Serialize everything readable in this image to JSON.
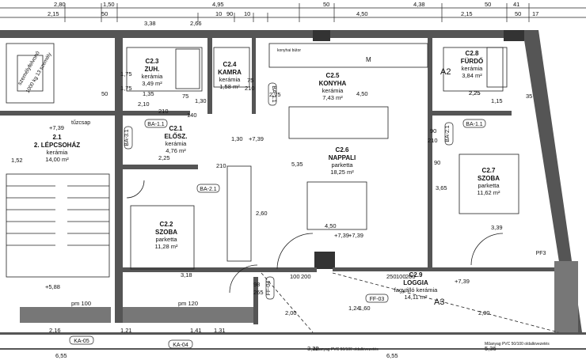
{
  "top_dimensions": [
    "2,80",
    "1,50",
    "4,95",
    "50",
    "4,38",
    "50",
    "41",
    "2,15",
    "50",
    "10",
    "90",
    "10",
    "4,50",
    "2,15",
    "50",
    "17"
  ],
  "rooms": [
    {
      "code": "2.1",
      "name": "2. LÉPCSOHÁZ",
      "floor": "kerámia",
      "area": "14,00 m²"
    },
    {
      "code": "C2.1",
      "name": "ELŐSZ.",
      "floor": "kerámia",
      "area": "4,76 m²"
    },
    {
      "code": "C2.2",
      "name": "SZOBA",
      "floor": "parketta",
      "area": "11,28 m²"
    },
    {
      "code": "C2.3",
      "name": "ZUH.",
      "floor": "kerámia",
      "area": "3,49 m²"
    },
    {
      "code": "C2.4",
      "name": "KAMRA",
      "floor": "kerámia",
      "area": "1,58 m²"
    },
    {
      "code": "C2.5",
      "name": "KONYHA",
      "floor": "kerámia",
      "area": "7,43 m²"
    },
    {
      "code": "C2.6",
      "name": "NAPPALI",
      "floor": "parketta",
      "area": "18,25 m²"
    },
    {
      "code": "C2.7",
      "name": "SZOBA",
      "floor": "parketta",
      "area": "11,62 m²"
    },
    {
      "code": "C2.8",
      "name": "FÜRDŐ",
      "floor": "kerámia",
      "area": "3,84 m²"
    },
    {
      "code": "C2.9",
      "name": "LOGGIA",
      "floor": "fagyálló kerámia",
      "area": "14,11 m²"
    }
  ],
  "tags": {
    "ba11_a": "BA-1.1",
    "ba11_b": "BA-1.1",
    "ba11_c": "BA-1.1",
    "ba31": "BA-3.1",
    "ba21_a": "BA-2.1",
    "ba21_b": "BA-2.1",
    "ff04": "FF-04",
    "ff03": "FF-03",
    "ka05": "KA-05",
    "ka04": "KA-04",
    "a2": "A2",
    "a3": "A3",
    "pf3": "PF3"
  },
  "levels": {
    "l1": "+7,39",
    "l2": "+7,39",
    "l3": "+7,39",
    "l4": "+7,39",
    "l5": "+5,88"
  },
  "dims": {
    "d1": "1,75",
    "d2": "1,35",
    "d3": "50",
    "d4": "75",
    "d5": "210",
    "d6": "1,30",
    "d7": "90",
    "d8": "4,50",
    "d9": "2,25",
    "d10": "210",
    "d11": "5,35",
    "d12": "2,25",
    "d13": "1,30",
    "d14": "2,60",
    "d15": "3,65",
    "d16": "3,39",
    "d17": "3,18",
    "d18": "4,50",
    "d19": "2,25",
    "d20": "1,15",
    "d21": "2,00",
    "d22": "2,00",
    "d23": "3,22",
    "d24": "6,55",
    "d25": "5,36",
    "d26": "1,52",
    "d27": "98",
    "d28": "265",
    "d29": "100",
    "d30": "200",
    "d31": "pm 100",
    "d32": "pm 120",
    "d33": "1,24",
    "d34": "1,60",
    "d35": "+7,39",
    "d36": "210",
    "d37": "75",
    "d38": "210",
    "d39": "90",
    "d40": "35",
    "d41": "2,75",
    "d42": "2,16",
    "d43": "1,21",
    "d44": "250",
    "d45": "100",
    "d46": "200",
    "d47": "6,55",
    "d48": "1,41",
    "d49": "1,31",
    "d50": "3,38",
    "d51": "2,66",
    "d52": "1,75",
    "d53": "2,10",
    "d54": "140"
  },
  "notes": {
    "lift": "személyfelvonó",
    "lift2": "1000 kg 13 személy",
    "pc": "Műanyag PVC 50/100 oldalkivezetés",
    "pc2": "Műanyag PVC 50/100 oldalkivezetés",
    "tuzcsap": "tűzcsap",
    "kitchen_note": "konyhai bútor",
    "m": "M"
  }
}
